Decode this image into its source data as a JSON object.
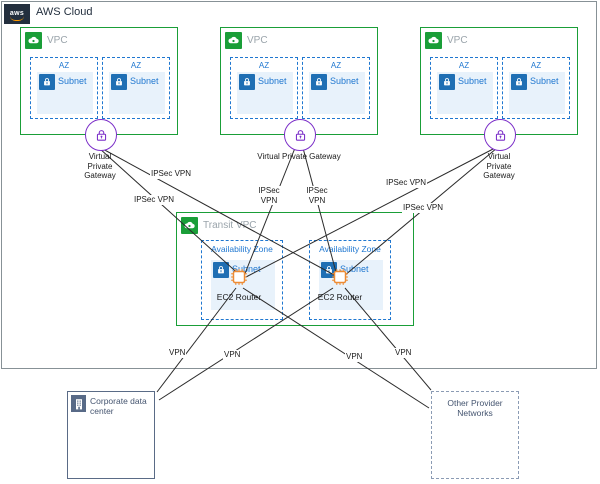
{
  "cloud": {
    "title": "AWS Cloud",
    "logo_text": "aws",
    "logo_icon": "aws-logo-icon",
    "border_color": "#879196"
  },
  "vpcs": [
    {
      "id": "vpc-left",
      "label": "VPC",
      "icon": "vpc-cloud-icon",
      "color": "#1a9e38",
      "azs": [
        {
          "title": "AZ",
          "subnet_label": "Subnet",
          "subnet_icon": "subnet-lock-icon"
        },
        {
          "title": "AZ",
          "subnet_label": "Subnet",
          "subnet_icon": "subnet-lock-icon"
        }
      ],
      "gateway": {
        "icon": "virtual-private-gateway-lock-icon",
        "color": "#7b2ec8",
        "label_lines": [
          "Virtual",
          "Private",
          "Gateway"
        ]
      }
    },
    {
      "id": "vpc-center",
      "label": "VPC",
      "icon": "vpc-cloud-icon",
      "color": "#1a9e38",
      "azs": [
        {
          "title": "AZ",
          "subnet_label": "Subnet",
          "subnet_icon": "subnet-lock-icon"
        },
        {
          "title": "AZ",
          "subnet_label": "Subnet",
          "subnet_icon": "subnet-lock-icon"
        }
      ],
      "gateway": {
        "icon": "virtual-private-gateway-lock-icon",
        "color": "#7b2ec8",
        "label_lines": [
          "Virtual Private Gateway"
        ]
      }
    },
    {
      "id": "vpc-right",
      "label": "VPC",
      "icon": "vpc-cloud-icon",
      "color": "#1a9e38",
      "azs": [
        {
          "title": "AZ",
          "subnet_label": "Subnet",
          "subnet_icon": "subnet-lock-icon"
        },
        {
          "title": "AZ",
          "subnet_label": "Subnet",
          "subnet_icon": "subnet-lock-icon"
        }
      ],
      "gateway": {
        "icon": "virtual-private-gateway-lock-icon",
        "color": "#7b2ec8",
        "label_lines": [
          "Virtual",
          "Private",
          "Gateway"
        ]
      }
    }
  ],
  "transit_vpc": {
    "label": "Transit VPC",
    "icon": "vpc-cloud-icon",
    "color": "#1a9e38",
    "azs": [
      {
        "title": "Availability Zone",
        "subnet_label": "Subnet",
        "subnet_icon": "subnet-lock-icon",
        "router_label": "EC2 Router",
        "router_icon": "ec2-chip-icon",
        "router_color": "#ed8b33"
      },
      {
        "title": "Availability Zone",
        "subnet_label": "Subnet",
        "subnet_icon": "subnet-lock-icon",
        "router_label": "EC2 Router",
        "router_icon": "ec2-chip-icon",
        "router_color": "#ed8b33"
      }
    ]
  },
  "connection_labels": {
    "ipsec_left_upper": "IPSec VPN",
    "ipsec_left_lower": "IPSec VPN",
    "ipsec_center_left": "IPSec\nVPN",
    "ipsec_center_left_l1": "IPSec",
    "ipsec_center_left_l2": "VPN",
    "ipsec_center_right_l1": "IPSec",
    "ipsec_center_right_l2": "VPN",
    "ipsec_right_upper": "IPSec VPN",
    "ipsec_right_lower": "IPSec VPN",
    "vpn_1": "VPN",
    "vpn_2": "VPN",
    "vpn_3": "VPN",
    "vpn_4": "VPN"
  },
  "external": {
    "corporate_data_center": {
      "label": "Corporate data center",
      "icon": "building-icon",
      "border_color": "#5a6b86"
    },
    "other_provider_networks": {
      "label": "Other Provider Networks",
      "border_color": "#8b9bb4"
    }
  }
}
